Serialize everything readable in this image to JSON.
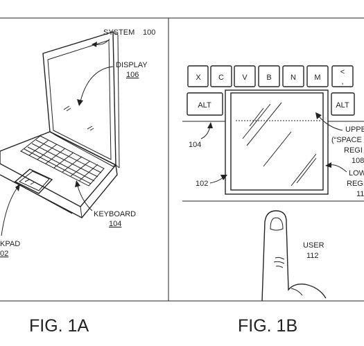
{
  "figure_1a": {
    "caption": "FIG. 1A",
    "system_label": "SYSTEM",
    "system_ref": "100",
    "display_label": "DISPLAY",
    "display_ref": "106",
    "keyboard_label": "KEYBOARD",
    "keyboard_ref": "104",
    "touchpad_label": "KPAD",
    "touchpad_ref": "02"
  },
  "figure_1b": {
    "caption": "FIG. 1B",
    "keys_top": [
      "X",
      "C",
      "V",
      "B",
      "N",
      "M"
    ],
    "key_lt_top": "<",
    "key_lt_bottom": ",",
    "alt_left": "ALT",
    "alt_right": "ALT",
    "keyboard_ref": "104",
    "touchpad_ref": "102",
    "upper_line1": "UPPE",
    "upper_line2": "(“SPACE",
    "upper_line3": "REGI",
    "upper_line4": "108",
    "lower_line1": "LOW",
    "lower_line2": "REGI",
    "lower_line3": "11",
    "user_label": "USER",
    "user_ref": "112"
  }
}
